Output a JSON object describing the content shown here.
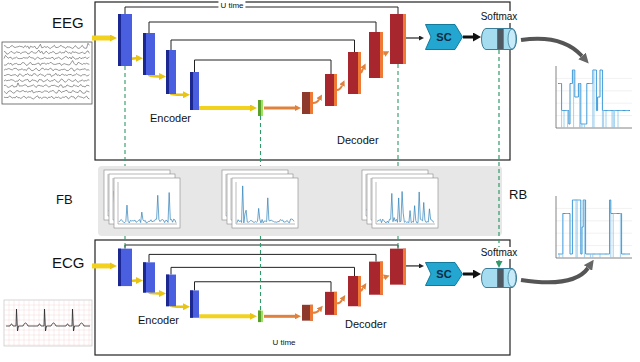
{
  "diagram": {
    "nodes": [
      {
        "text": [
          "SC"
        ]
      },
      {
        "text": [
          "Softmax"
        ]
      },
      {
        "text": [
          "FB"
        ]
      },
      {
        "text": [
          "SC"
        ]
      },
      {
        "text": [
          "Softmax"
        ]
      }
    ],
    "edges": [
      {
        "from": 0,
        "to": 1,
        "arrow": "to"
      },
      {
        "from": 1,
        "to": 4,
        "label": "RB",
        "arrow": "to"
      },
      {
        "from": 3,
        "to": 4,
        "arrow": "to"
      }
    ],
    "labels": [
      "EEG",
      "U time",
      "Encoder",
      "Decoder",
      "ECG",
      "Encoder",
      "Decoder",
      "U time"
    ]
  }
}
